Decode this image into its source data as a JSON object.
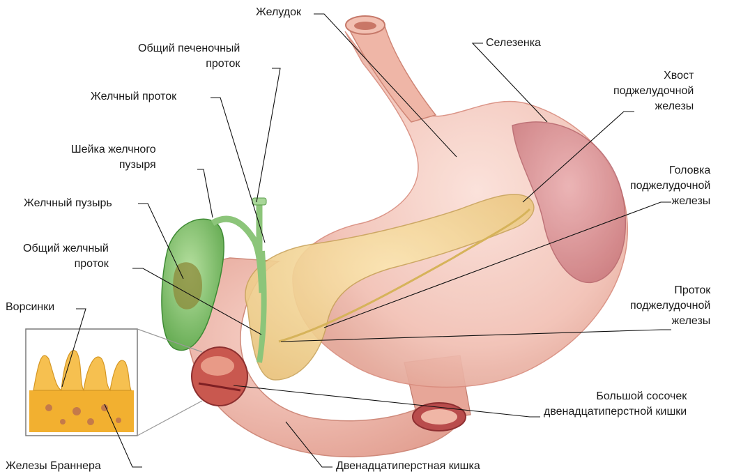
{
  "labels": {
    "zheludok": "Желудок",
    "obshchiy_pechenochny": "Общий печеночный\nпроток",
    "selezenka": "Селезенка",
    "zhelchny_protok": "Желчный проток",
    "khvost": "Хвост\nподжелудочной\nжелезы",
    "sheyka": "Шейка желчного\nпузыря",
    "golovka": "Головка\nподжелудочной\nжелезы",
    "zhelchny_puzyr": "Желчный пузырь",
    "obshchiy_zhelchny": "Общий желчный\nпроток",
    "protok_podzhel": "Проток\nподжелудочной\nжелезы",
    "vorsinki": "Ворсинки",
    "bolshoy_sosochek": "Большой сосочек\nдвенадцатиперстной кишки",
    "zhelezy_brannera": "Железы Браннера",
    "dvenadtsatiperstnaya": "Двенадцатиперстная кишка"
  },
  "colors": {
    "stomach": "#f2c1b5",
    "stomach_edge": "#d98d7e",
    "pancreas": "#f2d48c",
    "gallbladder": "#7cbf68",
    "duodenum": "#eeb3a6",
    "spleen": "#d88a8e",
    "villi": "#f2b030",
    "leader_line": "#111111"
  }
}
